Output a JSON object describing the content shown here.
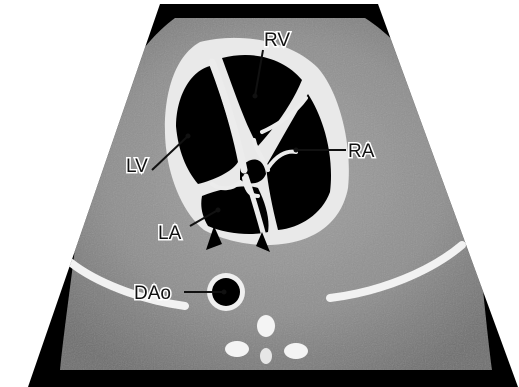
{
  "labels": {
    "rv": "RV",
    "lv": "LV",
    "ra": "RA",
    "la": "LA",
    "dao": "DAo"
  },
  "colors": {
    "background": "#ffffff",
    "sector": "#000000",
    "tissue": "#8f8f8f",
    "cavity": "#000000",
    "wall": "#e8e8e8",
    "label": "#111111"
  }
}
